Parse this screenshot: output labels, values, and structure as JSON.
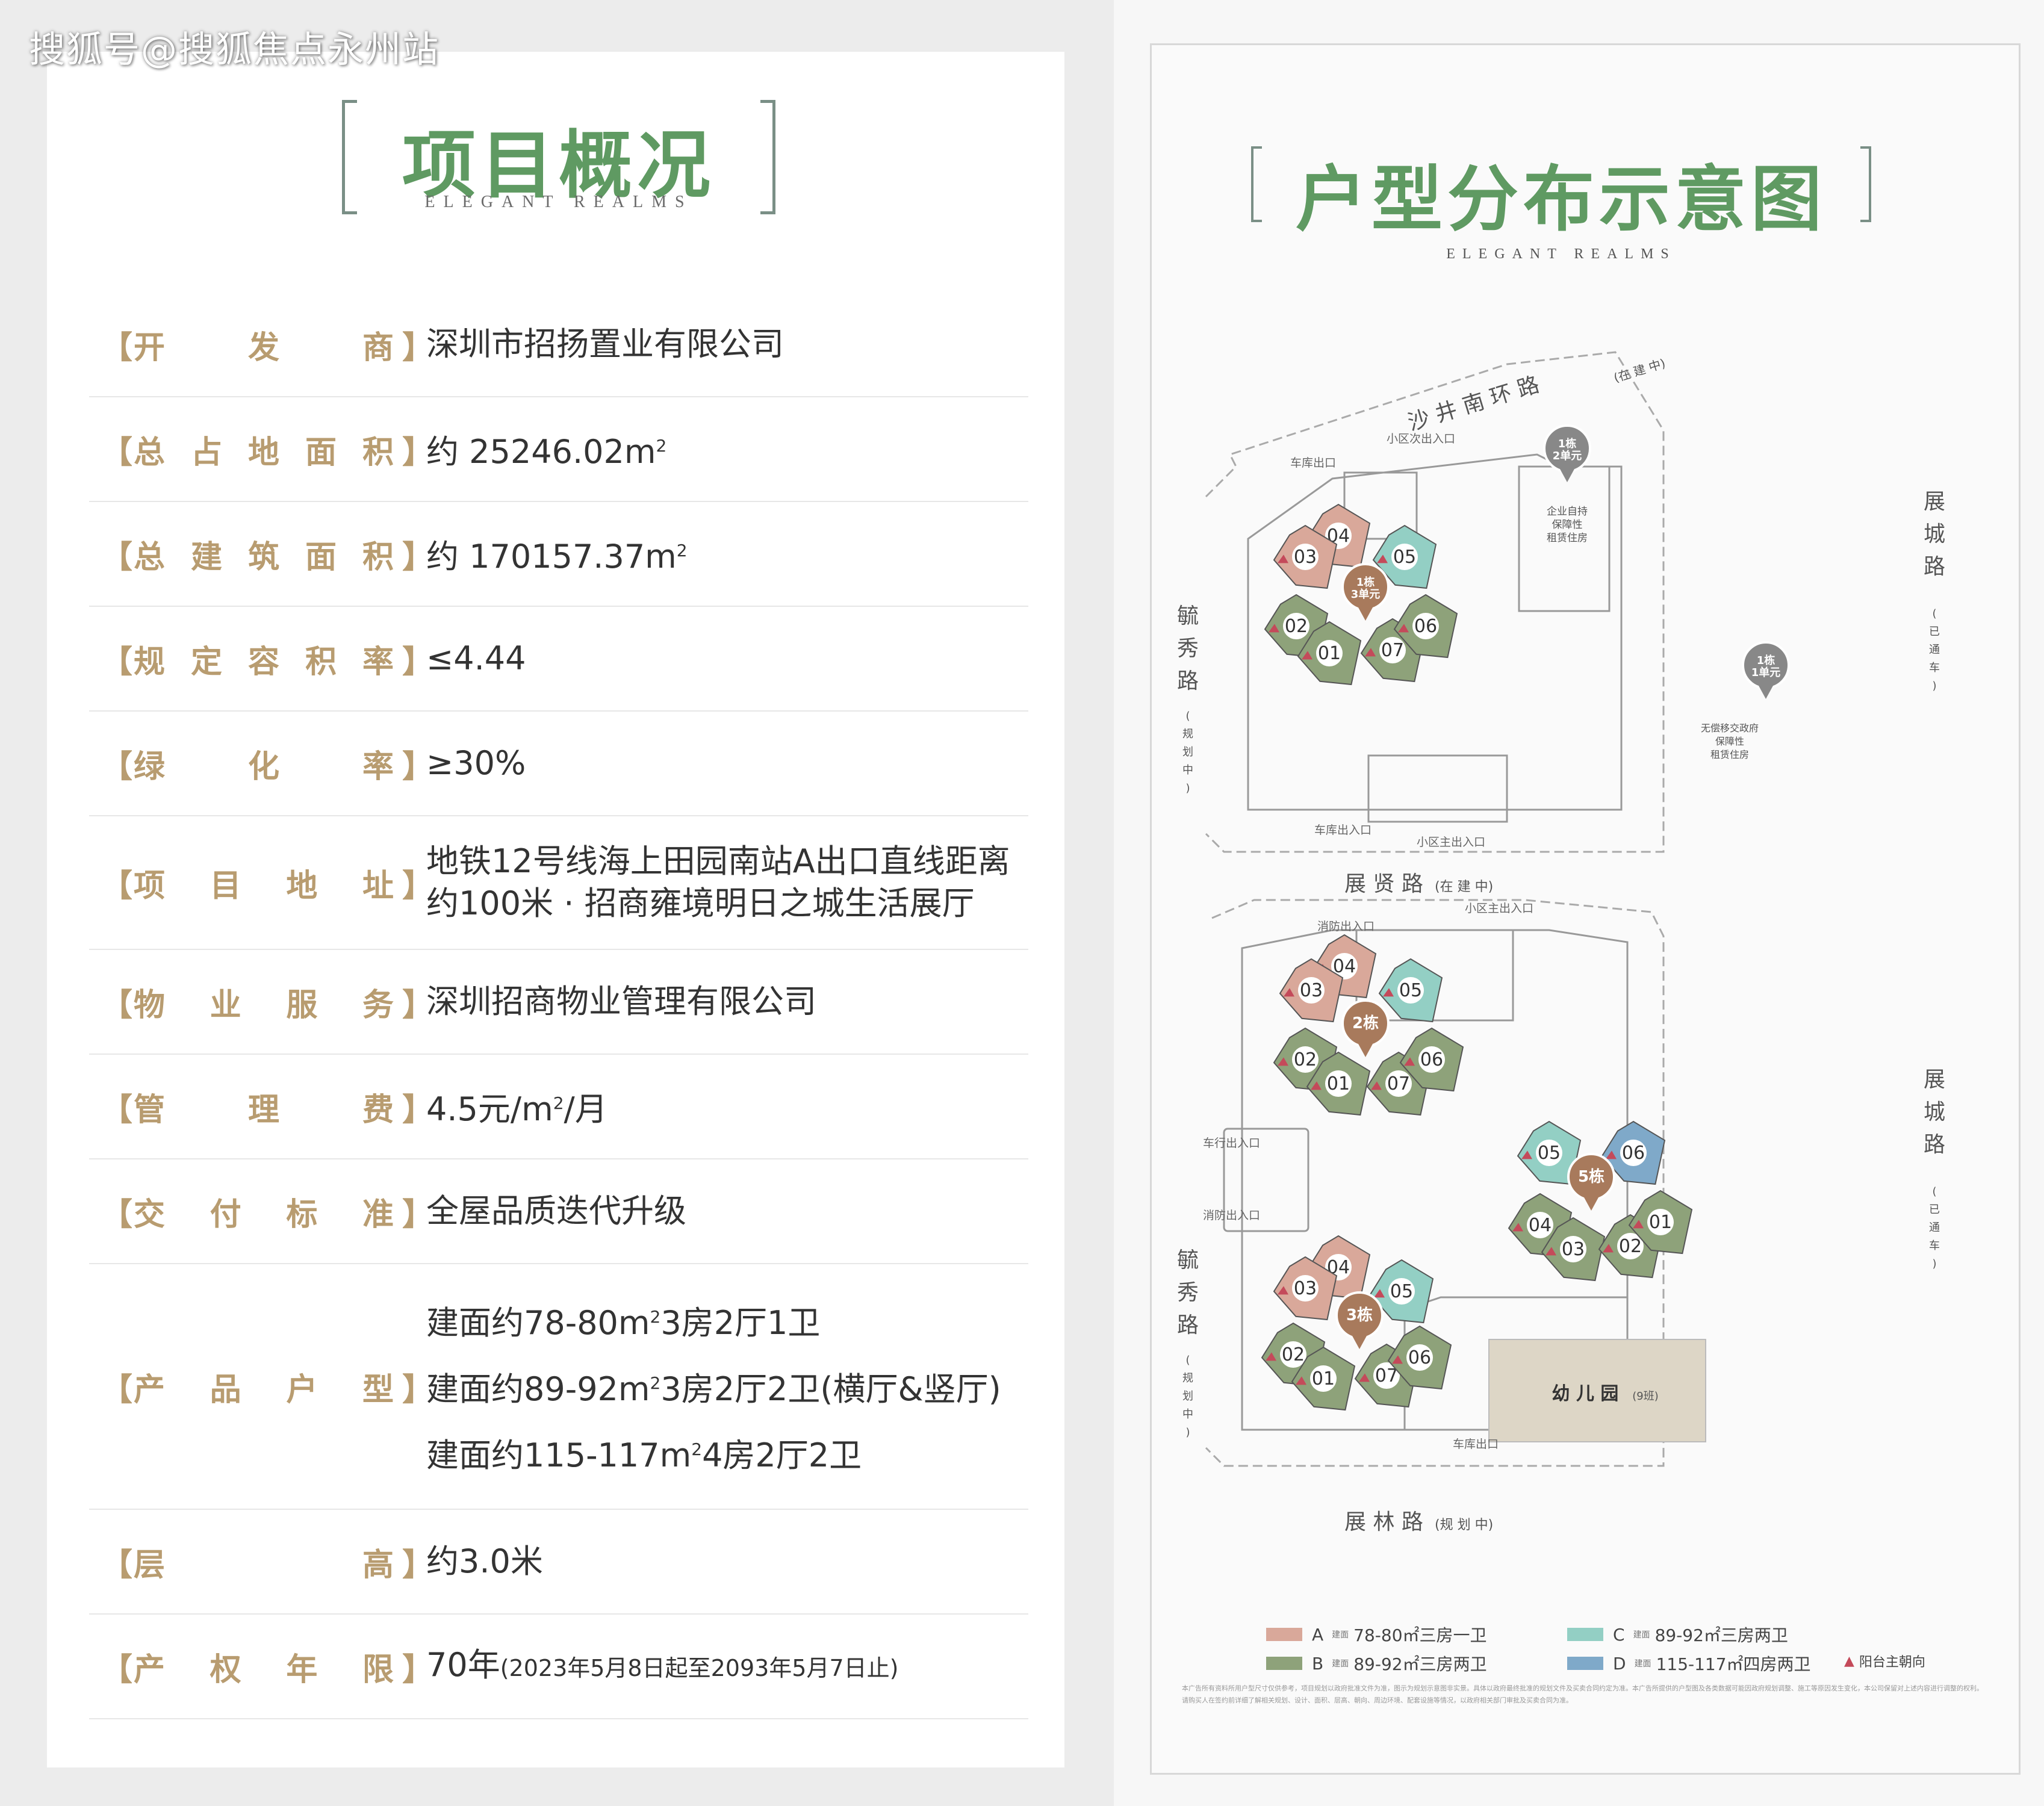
{
  "watermark": "搜狐号@搜狐焦点永州站",
  "left": {
    "title": "项目概况",
    "subtitle": "ELEGANT REALMS",
    "rows": [
      {
        "label": [
          "开",
          "发",
          "商"
        ],
        "values": [
          "深圳市招扬置业有限公司"
        ]
      },
      {
        "label": [
          "总",
          "占",
          "地",
          "面",
          "积"
        ],
        "value_pre": "约 25246.02m",
        "sup": "2"
      },
      {
        "label": [
          "总",
          "建",
          "筑",
          "面",
          "积"
        ],
        "value_pre": "约 170157.37m",
        "sup": "2"
      },
      {
        "label": [
          "规",
          "定",
          "容",
          "积",
          "率"
        ],
        "values": [
          "≤4.44"
        ]
      },
      {
        "label": [
          "绿",
          "化",
          "率"
        ],
        "values": [
          "≥30%"
        ]
      },
      {
        "label": [
          "项",
          "目",
          "地",
          "址"
        ],
        "values": [
          "地铁12号线海上田园南站A出口直线距离",
          "约100米 · 招商雍境明日之城生活展厅"
        ]
      },
      {
        "label": [
          "物",
          "业",
          "服",
          "务"
        ],
        "values": [
          "深圳招商物业管理有限公司"
        ]
      },
      {
        "label": [
          "管",
          "理",
          "费"
        ],
        "value_pre": "4.5元/m",
        "sup": "2",
        "value_post": "/月"
      },
      {
        "label": [
          "交",
          "付",
          "标",
          "准"
        ],
        "values": [
          "全屋品质迭代升级"
        ]
      },
      {
        "label": [
          "产",
          "品",
          "户",
          "型"
        ],
        "multi": [
          {
            "pre": "建面约78-80m",
            "sup": "2",
            "post": "3房2厅1卫"
          },
          {
            "pre": "建面约89-92m",
            "sup": "2",
            "post": "3房2厅2卫(横厅&竖厅)"
          },
          {
            "pre": "建面约115-117m",
            "sup": "2",
            "post": "4房2厅2卫"
          }
        ]
      },
      {
        "label": [
          "层",
          "高"
        ],
        "values": [
          "约3.0米"
        ]
      },
      {
        "label": [
          "产",
          "权",
          "年",
          "限"
        ],
        "value_pre": "70年",
        "value_small": "(2023年5月8日起至2093年5月7日止)"
      }
    ],
    "bracket_open": "【",
    "bracket_close": "】"
  },
  "right": {
    "title": "户型分布示意图",
    "subtitle": "ELEGANT REALMS",
    "roads": {
      "top": "沙 井 南 环 路",
      "top_note": "(在 建 中)",
      "middle": "展 贤 路",
      "middle_note": "(在 建 中)",
      "bottom": "展 林 路",
      "bottom_note": "(规 划 中)",
      "right_a": [
        "展",
        "城",
        "路"
      ],
      "right_a_note": [
        "(",
        "已",
        "通",
        "车",
        ")"
      ],
      "right_b": [
        "展",
        "城",
        "路"
      ],
      "right_b_note": [
        "(",
        "已",
        "通",
        "车",
        ")"
      ],
      "left_a": [
        "毓",
        "秀",
        "路"
      ],
      "left_a_note": [
        "(",
        "规",
        "划",
        "中",
        ")"
      ],
      "left_b": [
        "毓",
        "秀",
        "路"
      ],
      "left_b_note": [
        "(",
        "规",
        "划",
        "中",
        ")"
      ]
    },
    "gates": {
      "g1": "小区次出入口",
      "g2": "车库出口",
      "g3": "车库出入口",
      "g4": "小区主出入口",
      "g5": "消防出入口",
      "g6": "小区主出入口",
      "g7": "车行出入口",
      "g8": "消防出入口",
      "g9": "车库出口"
    },
    "buildings": {
      "b1u2": "1栋\n2单元",
      "b1u2_note": [
        "企业自持",
        "保障性",
        "租赁住房"
      ],
      "b1u3": "1栋\n3单元",
      "b1u1": "1栋\n1单元",
      "b1u1_note": [
        "无偿移交政府",
        "保障性",
        "租赁住房"
      ],
      "b2": "2栋",
      "b3": "3栋",
      "b5": "5栋",
      "kindergarten": "幼 儿 园",
      "kindergarten_note": "(9班)"
    },
    "units": [
      "01",
      "02",
      "03",
      "04",
      "05",
      "06",
      "07"
    ],
    "colors": {
      "A": "#d9a89a",
      "B": "#8ea27a",
      "C": "#93cfc4",
      "D": "#7fa9c9",
      "balcony": "#c44a5a"
    },
    "legend": [
      {
        "letter": "A",
        "note": "建面",
        "text": "78-80㎡三房一卫"
      },
      {
        "letter": "B",
        "note": "建面",
        "text": "89-92㎡三房两卫"
      },
      {
        "letter": "C",
        "note": "建面",
        "text": "89-92㎡三房两卫"
      },
      {
        "letter": "D",
        "note": "建面",
        "text": "115-117㎡四房两卫"
      },
      {
        "text": "阳台主朝向"
      }
    ],
    "disclaimer": "本广告所有资料所用户型尺寸仅供参考，项目规划以政府批准文件为准，图示为规划示意图非实景。具体以政府最终批准的规划文件及买卖合同约定为准。本广告所提供的户型图及各类数据可能因政府规划调整、施工等原因发生变化，本公司保留对上述内容进行调整的权利。请购买人在签约前详细了解相关规划、设计、面积、层高、朝向、周边环境、配套设施等情况，以政府相关部门审批及买卖合同为准。"
  }
}
